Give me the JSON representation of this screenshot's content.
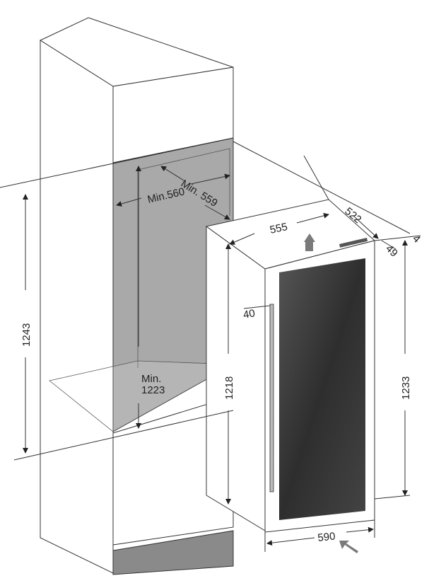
{
  "diagram": {
    "labels": {
      "niche_width": "Min.560",
      "niche_depth": "Min. 559",
      "appliance_width_top": "555",
      "appliance_depth": "522",
      "door_offset": "49",
      "door_gap": "4",
      "cabinet_height": "1243",
      "niche_height_line1": "Min.",
      "niche_height_line2": "1223",
      "appliance_height": "1218",
      "total_height": "1233",
      "handle_depth": "40",
      "door_width": "590"
    },
    "colors": {
      "niche": "#a9a9a9",
      "glass": "#3a3a3a",
      "plinth": "#8a8a8a",
      "airflow_arrow": "#7a7a7a"
    }
  }
}
